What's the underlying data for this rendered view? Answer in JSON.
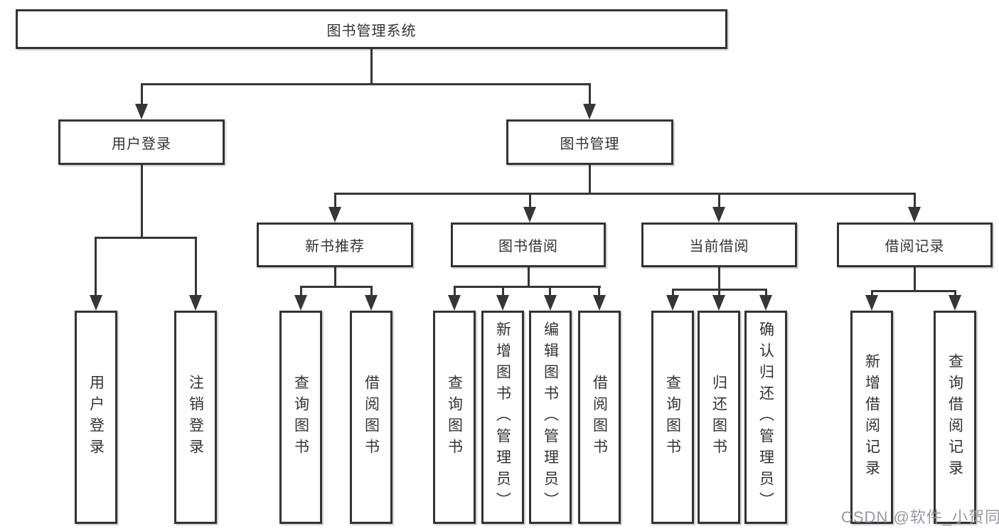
{
  "diagram": {
    "type": "hierarchy-tree",
    "root": {
      "label": "图书管理系统",
      "children": [
        {
          "label": "用户登录",
          "children": [
            {
              "label": "用户登录"
            },
            {
              "label": "注销登录"
            }
          ]
        },
        {
          "label": "图书管理",
          "children": [
            {
              "label": "新书推荐",
              "children": [
                {
                  "label": "查询图书"
                },
                {
                  "label": "借阅图书"
                }
              ]
            },
            {
              "label": "图书借阅",
              "children": [
                {
                  "label": "查询图书"
                },
                {
                  "label": "新增图书（管理员）"
                },
                {
                  "label": "编辑图书（管理员）"
                },
                {
                  "label": "借阅图书"
                }
              ]
            },
            {
              "label": "当前借阅",
              "children": [
                {
                  "label": "查询图书"
                },
                {
                  "label": "归还图书"
                },
                {
                  "label": "确认归还（管理员）"
                }
              ]
            },
            {
              "label": "借阅记录",
              "children": [
                {
                  "label": "新增借阅记录"
                },
                {
                  "label": "查询借阅记录"
                }
              ]
            }
          ]
        }
      ]
    }
  },
  "watermark": {
    "text": "CSDN @软件_小贺同学"
  },
  "colors": {
    "background": "#ffffff",
    "line": "#363636",
    "box_border": "#333333",
    "text": "#333333",
    "watermark": "#91949${0:+}9"
  }
}
